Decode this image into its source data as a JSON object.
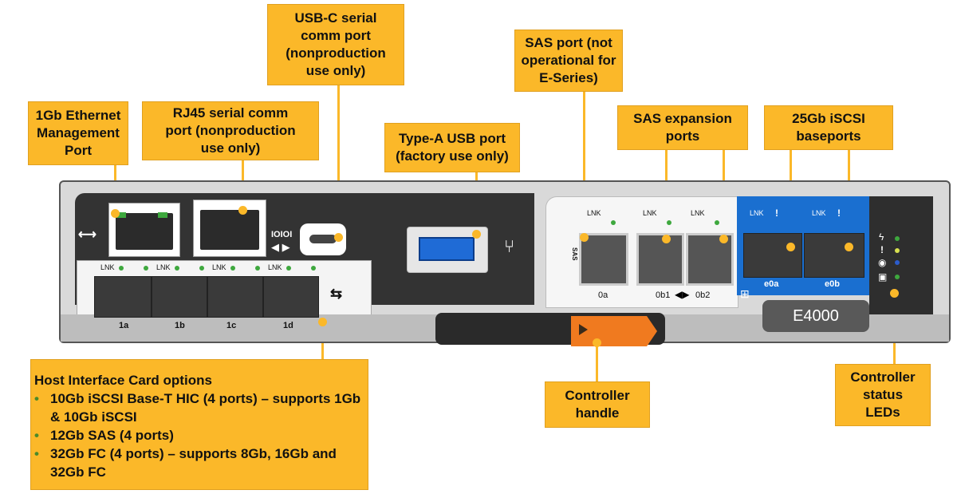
{
  "callouts": {
    "usb_c": [
      "USB-C serial",
      "comm port",
      "(nonproduction",
      "use only)"
    ],
    "sas_port": [
      "SAS port (not",
      "operational for",
      "E-Series)"
    ],
    "ethernet": [
      "1Gb Ethernet",
      "Management",
      "Port"
    ],
    "rj45": [
      "RJ45 serial comm",
      "port (nonproduction",
      "use only)"
    ],
    "type_a": [
      "Type-A USB port",
      "(factory use only)"
    ],
    "sas_expansion": [
      "SAS expansion",
      "ports"
    ],
    "iscsi": [
      "25Gb iSCSI",
      "baseports"
    ],
    "handle": [
      "Controller",
      "handle"
    ],
    "status": [
      "Controller",
      "status",
      "LEDs"
    ]
  },
  "host_card": {
    "title": "Host Interface Card options",
    "items": [
      "10Gb iSCSI Base-T HIC (4 ports) – supports 1Gb & 10Gb iSCSI",
      "12Gb SAS (4 ports)",
      "32Gb FC (4 ports) – supports 8Gb, 16Gb and 32Gb FC"
    ]
  },
  "device": {
    "lnk": "LNK",
    "hic_ports": [
      "1a",
      "1b",
      "1c",
      "1d"
    ],
    "sas_labels": [
      "0a",
      "0b1",
      "0b2"
    ],
    "sas_text": "SAS",
    "iscsi_ports": [
      "e0a",
      "e0b"
    ],
    "iscsi_lnk_mark": "!",
    "model": "E4000"
  },
  "colors": {
    "callout": "#fbb829",
    "panel_dark": "#333333",
    "iscsi_blue": "#1a6fd0",
    "handle_orange": "#f07a1f",
    "led_green": "#3ea83e"
  }
}
